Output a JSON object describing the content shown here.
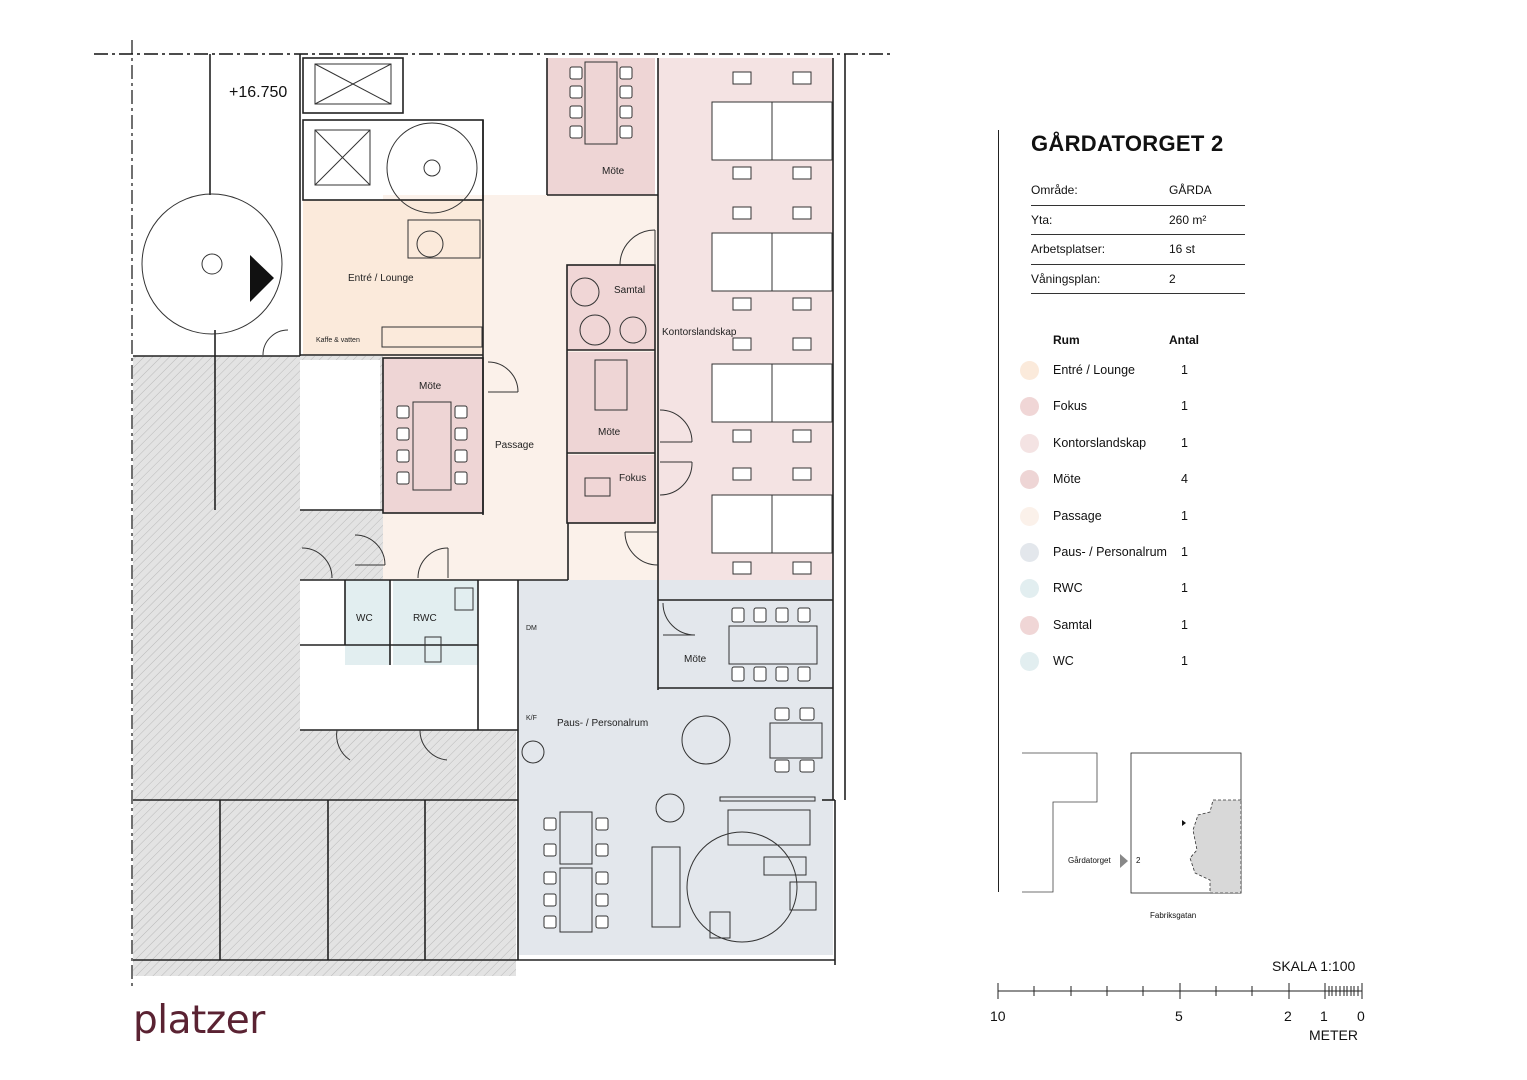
{
  "title": "GÅRDATORGET 2",
  "info": [
    {
      "key": "Område:",
      "value": "GÅRDA"
    },
    {
      "key": "Yta:",
      "value": "260 m²"
    },
    {
      "key": "Arbetsplatser:",
      "value": "16 st"
    },
    {
      "key": "Våningsplan:",
      "value": "2"
    }
  ],
  "legend": {
    "header_room": "Rum",
    "header_count": "Antal",
    "items": [
      {
        "name": "Entré / Lounge",
        "count": "1",
        "color": "#fbeadb"
      },
      {
        "name": "Fokus",
        "count": "1",
        "color": "#f0d6d6"
      },
      {
        "name": "Kontorslandskap",
        "count": "1",
        "color": "#f4e3e3"
      },
      {
        "name": "Möte",
        "count": "4",
        "color": "#eed5d5"
      },
      {
        "name": "Passage",
        "count": "1",
        "color": "#fbf1ea"
      },
      {
        "name": "Paus- / Personalrum",
        "count": "1",
        "color": "#e3e7ec"
      },
      {
        "name": "RWC",
        "count": "1",
        "color": "#e2eef0"
      },
      {
        "name": "Samtal",
        "count": "1",
        "color": "#f0d6d6"
      },
      {
        "name": "WC",
        "count": "1",
        "color": "#e2eef0"
      }
    ]
  },
  "plan": {
    "elevation": "+16.750",
    "rooms": {
      "mote_top": "Möte",
      "entre": "Entré / Lounge",
      "kaffe": "Kaffe & vatten",
      "samtal": "Samtal",
      "kontor": "Kontorslandskap",
      "mote_left": "Möte",
      "passage": "Passage",
      "mote_mid": "Möte",
      "fokus": "Fokus",
      "wc": "WC",
      "rwc": "RWC",
      "dm": "DM",
      "kf": "K/F",
      "mote_right": "Möte",
      "paus": "Paus- / Personalrum"
    }
  },
  "keyplan": {
    "street": "Fabriksgatan",
    "building": "Gårdatorget",
    "number": "2"
  },
  "scale": {
    "label": "SKALA 1:100",
    "unit": "METER",
    "ticks": [
      "10",
      "5",
      "2",
      "1",
      "0"
    ]
  },
  "logo": "platzer"
}
